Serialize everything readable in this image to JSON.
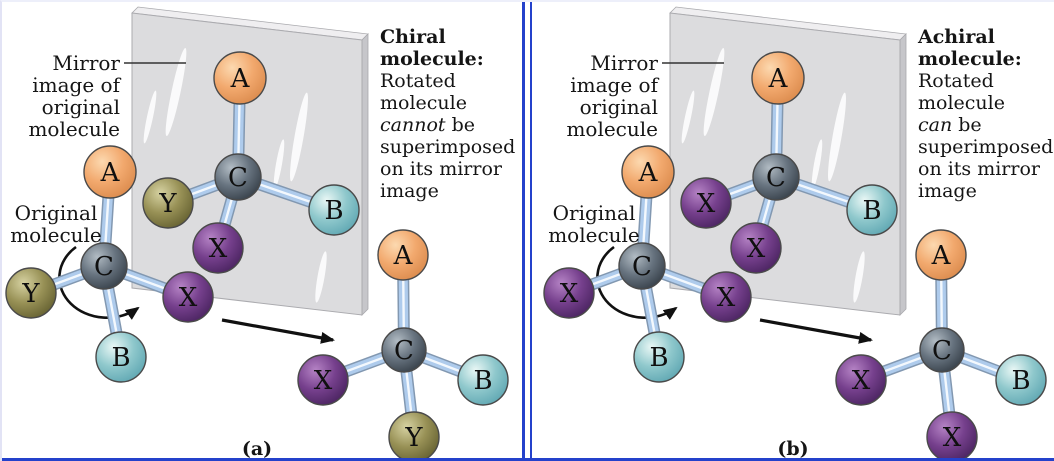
{
  "figure": {
    "divider_color": "#2441cb",
    "bond_color": "#aecbec",
    "mirror_color": "#dcdcde",
    "atom_colors": {
      "A": {
        "hi": "#fcd9b0",
        "base": "#f2a96e",
        "lo": "#d9884a"
      },
      "B": {
        "hi": "#e9f7f5",
        "base": "#8fc8cc",
        "lo": "#5ba4b0"
      },
      "C": {
        "hi": "#b2bcc4",
        "base": "#67737f",
        "lo": "#333c45"
      },
      "X": {
        "hi": "#b583c5",
        "base": "#76408d",
        "lo": "#46215c"
      },
      "Y": {
        "hi": "#d6d2a2",
        "base": "#989156",
        "lo": "#615d2e"
      }
    }
  },
  "panels": [
    {
      "caption": "(a)",
      "mirror_label_lines": [
        "Mirror",
        "image of",
        "original",
        "molecule"
      ],
      "original_label_lines": [
        "Original",
        "molecule"
      ],
      "description": {
        "title_lines": [
          "Chiral",
          "molecule:"
        ],
        "line1": "Rotated",
        "line2": "molecule",
        "italic_word": "cannot",
        "italic_rest": " be",
        "line4": "superimposed",
        "line5": "on its mirror",
        "line6": "image"
      },
      "molecules": {
        "mirror_image": {
          "center": "C",
          "top": "A",
          "left": "Y",
          "right": "B",
          "bottom": "X"
        },
        "original": {
          "center": "C",
          "top": "A",
          "left": "Y",
          "right": "X",
          "bottom": "B"
        },
        "rotated": {
          "center": "C",
          "top": "A",
          "left": "X",
          "right": "B",
          "bottom": "Y"
        }
      }
    },
    {
      "caption": "(b)",
      "mirror_label_lines": [
        "Mirror",
        "image of",
        "original",
        "molecule"
      ],
      "original_label_lines": [
        "Original",
        "molecule"
      ],
      "description": {
        "title_lines": [
          "Achiral",
          "molecule:"
        ],
        "line1": "Rotated",
        "line2": "molecule",
        "italic_word": "can",
        "italic_rest": " be",
        "line4": "superimposed",
        "line5": "on its mirror",
        "line6": "image"
      },
      "molecules": {
        "mirror_image": {
          "center": "C",
          "top": "A",
          "left": "X",
          "right": "B",
          "bottom": "X"
        },
        "original": {
          "center": "C",
          "top": "A",
          "left": "X",
          "right": "X",
          "bottom": "B"
        },
        "rotated": {
          "center": "C",
          "top": "A",
          "left": "X",
          "right": "B",
          "bottom": "X"
        }
      }
    }
  ]
}
